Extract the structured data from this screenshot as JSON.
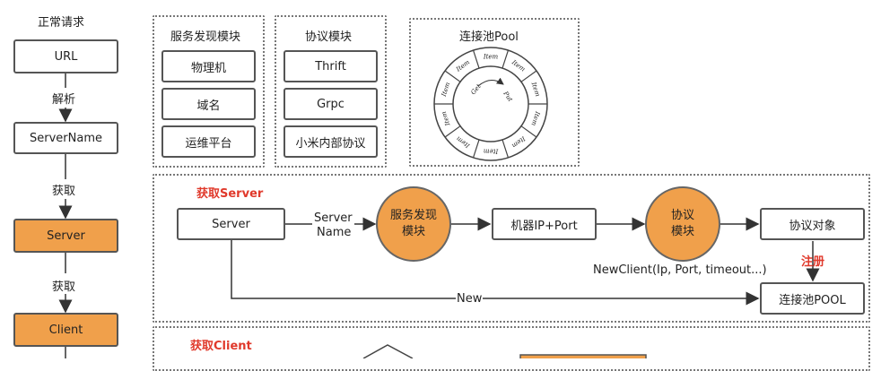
{
  "left_flow": {
    "title": "正常请求",
    "url": "URL",
    "parse": "解析",
    "server_name": "ServerName",
    "get1": "获取",
    "server": "Server",
    "get2": "获取",
    "client": "Client"
  },
  "discovery_module": {
    "title": "服务发现模块",
    "items": [
      "物理机",
      "域名",
      "运维平台"
    ]
  },
  "protocol_module": {
    "title": "协议模块",
    "items": [
      "Thrift",
      "Grpc",
      "小米内部协议"
    ]
  },
  "pool": {
    "title": "连接池Pool",
    "segment_label": "Item",
    "get_label": "Get",
    "put_label": "Put"
  },
  "get_server": {
    "title": "获取Server",
    "server": "Server",
    "edge_server_name_1": "Server",
    "edge_server_name_2": "Name",
    "discovery_1": "服务发现",
    "discovery_2": "模块",
    "machine": "机器IP+Port",
    "protocol_1": "协议",
    "protocol_2": "模块",
    "protocol_object": "协议对象",
    "new_client": "NewClient(Ip, Port, timeout...)",
    "register": "注册",
    "new_label": "New",
    "pool": "连接池POOL"
  },
  "get_client": {
    "title": "获取Client"
  }
}
